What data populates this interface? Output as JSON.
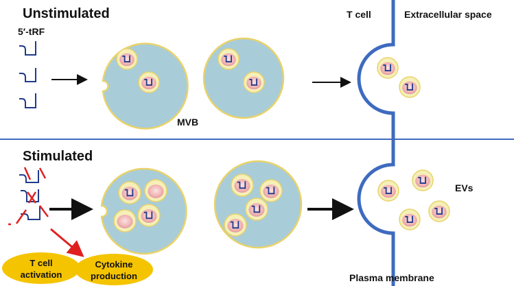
{
  "labels": {
    "unstimulated": "Unstimulated",
    "stimulated": "Stimulated",
    "trf": "5′-tRF",
    "mvb": "MVB",
    "t_cell": "T cell",
    "extracellular": "Extracellular space",
    "evs": "EVs",
    "plasma_membrane": "Plasma membrane",
    "activation_line1": "T cell",
    "activation_line2": "activation",
    "cytokine_line1": "Cytokine",
    "cytokine_line2": "production"
  },
  "colors": {
    "mvb_fill": "#a9ccd9",
    "mvb_stroke": "#e8d36a",
    "vesicle_fill": "#f5efb8",
    "vesicle_inner": "#f0b6b6",
    "membrane": "#3e6bbf",
    "trf_stroke": "#1f3a8a",
    "cut": "#e02020",
    "oval": "#f5c400"
  }
}
